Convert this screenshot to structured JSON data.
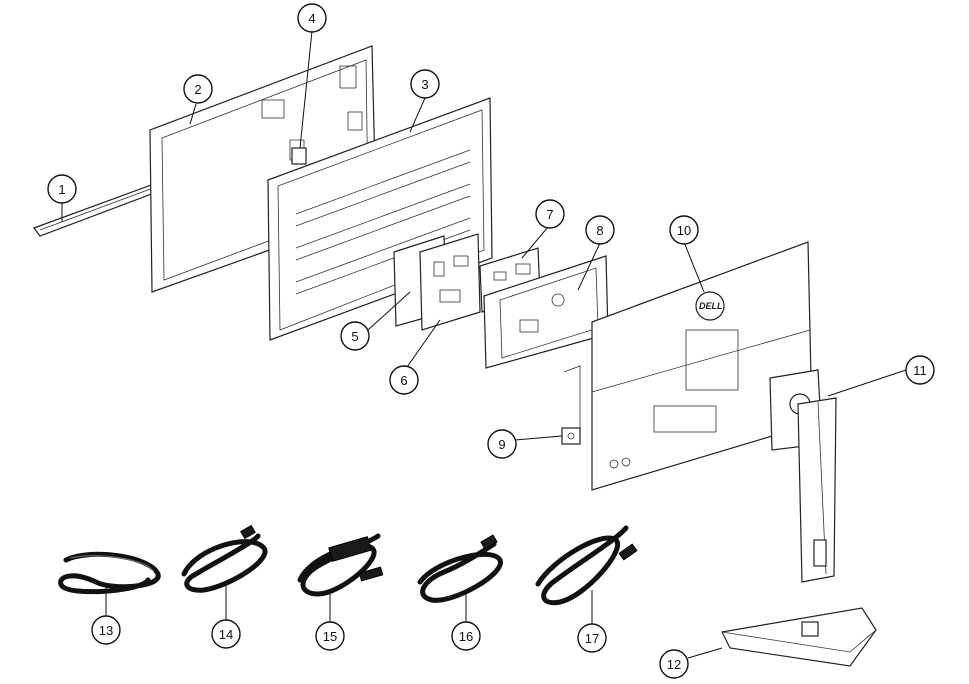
{
  "callouts": [
    "1",
    "2",
    "3",
    "4",
    "5",
    "6",
    "7",
    "8",
    "9",
    "10",
    "11",
    "12",
    "13",
    "14",
    "15",
    "16",
    "17"
  ],
  "logo_text": "DELL"
}
